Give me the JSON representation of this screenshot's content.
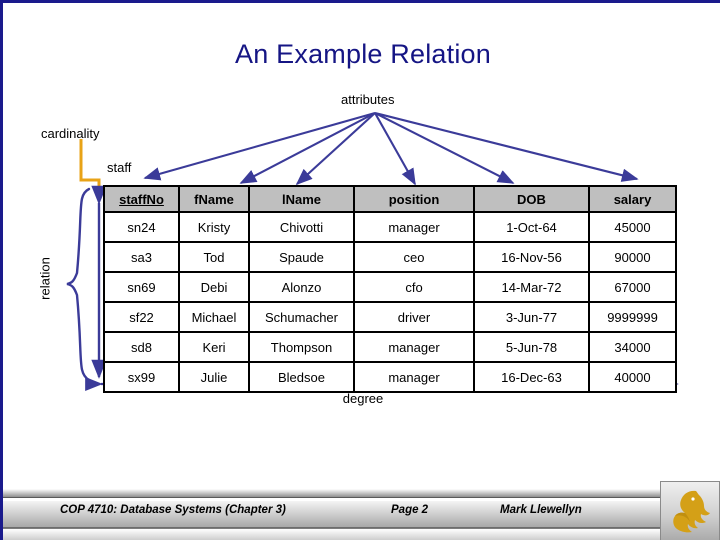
{
  "slide": {
    "title": "An Example Relation",
    "accent_navy": "#151584",
    "accent_arrow": "#3b3b99",
    "accent_gold": "#e8a317",
    "header_fill": "#bfbfbf"
  },
  "callouts": {
    "attributes": "attributes",
    "cardinality": "cardinality",
    "relation": "relation",
    "degree": "degree",
    "table_name": "staff"
  },
  "table": {
    "name": "staff",
    "primary_key": "staffNo",
    "columns": [
      "staffNo",
      "fName",
      "lName",
      "position",
      "DOB",
      "salary"
    ],
    "rows": [
      [
        "sn24",
        "Kristy",
        "Chivotti",
        "manager",
        "1-Oct-64",
        "45000"
      ],
      [
        "sa3",
        "Tod",
        "Spaude",
        "ceo",
        "16-Nov-56",
        "90000"
      ],
      [
        "sn69",
        "Debi",
        "Alonzo",
        "cfo",
        "14-Mar-72",
        "67000"
      ],
      [
        "sf22",
        "Michael",
        "Schumacher",
        "driver",
        "3-Jun-77",
        "9999999"
      ],
      [
        "sd8",
        "Keri",
        "Thompson",
        "manager",
        "5-Jun-78",
        "34000"
      ],
      [
        "sx99",
        "Julie",
        "Bledsoe",
        "manager",
        "16-Dec-63",
        "40000"
      ]
    ]
  },
  "footer": {
    "course": "COP 4710: Database Systems  (Chapter 3)",
    "page": "Page 2",
    "author": "Mark Llewellyn",
    "logo": "ucf-pegasus-logo"
  }
}
